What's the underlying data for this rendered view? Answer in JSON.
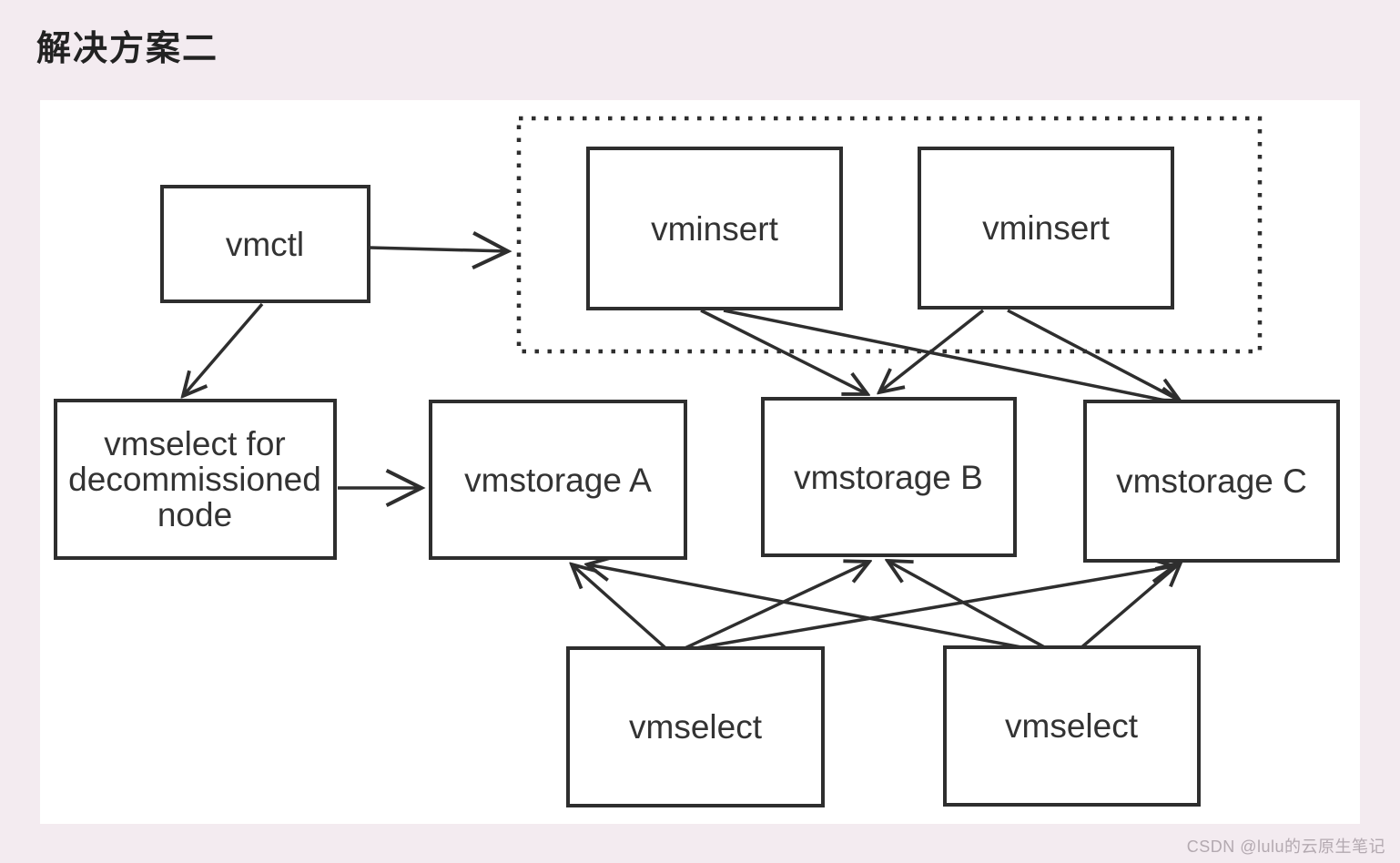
{
  "page": {
    "title": "解决方案二",
    "watermark": "CSDN @lulu的云原生笔记"
  },
  "colors": {
    "background": "#f3ebf0",
    "canvas": "#ffffff",
    "stroke": "#2e2e2e",
    "node_text": "#333333",
    "watermark_text": "#b3a9b0"
  },
  "diagram": {
    "nodes": [
      {
        "id": "vmctl",
        "label": "vmctl"
      },
      {
        "id": "vminsert-group",
        "label": "",
        "style": "dotted-container"
      },
      {
        "id": "vminsert-1",
        "label": "vminsert"
      },
      {
        "id": "vminsert-2",
        "label": "vminsert"
      },
      {
        "id": "vmselect-decommissioned",
        "label": "vmselect for decommissioned node",
        "label_lines": [
          "vmselect for",
          "decommissioned",
          "node"
        ]
      },
      {
        "id": "vmstorage-a",
        "label": "vmstorage A"
      },
      {
        "id": "vmstorage-b",
        "label": "vmstorage B"
      },
      {
        "id": "vmstorage-c",
        "label": "vmstorage C"
      },
      {
        "id": "vmselect-1",
        "label": "vmselect"
      },
      {
        "id": "vmselect-2",
        "label": "vmselect"
      }
    ],
    "edges": [
      {
        "from": "vmctl",
        "to": "vminsert-group"
      },
      {
        "from": "vmctl",
        "to": "vmselect-decommissioned"
      },
      {
        "from": "vmselect-decommissioned",
        "to": "vmstorage-a"
      },
      {
        "from": "vminsert-1",
        "to": "vmstorage-b"
      },
      {
        "from": "vminsert-1",
        "to": "vmstorage-c"
      },
      {
        "from": "vminsert-2",
        "to": "vmstorage-b"
      },
      {
        "from": "vminsert-2",
        "to": "vmstorage-c"
      },
      {
        "from": "vmselect-1",
        "to": "vmstorage-a"
      },
      {
        "from": "vmselect-1",
        "to": "vmstorage-b"
      },
      {
        "from": "vmselect-1",
        "to": "vmstorage-c"
      },
      {
        "from": "vmselect-2",
        "to": "vmstorage-a"
      },
      {
        "from": "vmselect-2",
        "to": "vmstorage-b"
      },
      {
        "from": "vmselect-2",
        "to": "vmstorage-c"
      }
    ]
  }
}
